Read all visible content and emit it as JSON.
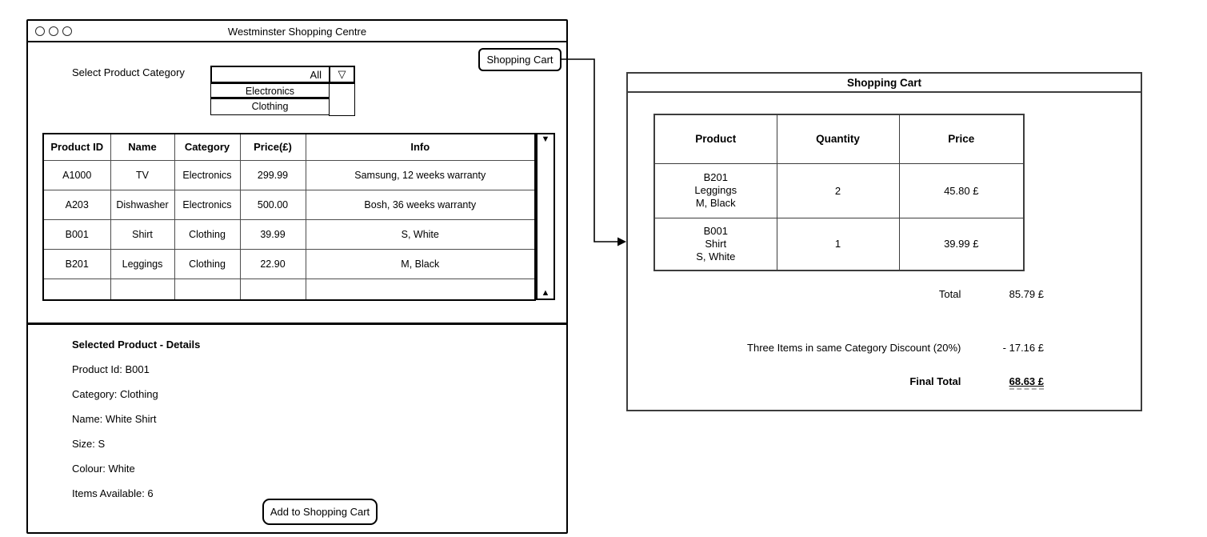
{
  "main_window": {
    "title": "Westminster Shopping Centre",
    "category_section": {
      "label": "Select Product Category",
      "dropdown": {
        "selected": "All",
        "options": [
          "Electronics",
          "Clothing"
        ]
      }
    },
    "shopping_cart_button": "Shopping Cart",
    "product_table": {
      "headers": [
        "Product ID",
        "Name",
        "Category",
        "Price(£)",
        "Info"
      ],
      "rows": [
        [
          "A1000",
          "TV",
          "Electronics",
          "299.99",
          "Samsung, 12 weeks warranty"
        ],
        [
          "A203",
          "Dishwasher",
          "Electronics",
          "500.00",
          "Bosh, 36 weeks warranty"
        ],
        [
          "B001",
          "Shirt",
          "Clothing",
          "39.99",
          "S, White"
        ],
        [
          "B201",
          "Leggings",
          "Clothing",
          "22.90",
          "M, Black"
        ],
        [
          "",
          "",
          "",
          "",
          ""
        ]
      ]
    },
    "details_panel": {
      "heading": "Selected Product - Details",
      "lines": [
        "Product Id: B001",
        "Category: Clothing",
        "Name: White Shirt",
        "Size: S",
        "Colour: White",
        "Items Available: 6"
      ]
    },
    "add_to_cart_button": "Add to Shopping Cart"
  },
  "cart_window": {
    "title": "Shopping Cart",
    "cart_table": {
      "headers": [
        "Product",
        "Quantity",
        "Price"
      ],
      "rows": [
        {
          "product": [
            "B201",
            "Leggings",
            "M, Black"
          ],
          "quantity": "2",
          "price": "45.80 £"
        },
        {
          "product": [
            "B001",
            "Shirt",
            "S, White"
          ],
          "quantity": "1",
          "price": "39.99 £"
        }
      ]
    },
    "summary": {
      "total_label": "Total",
      "total_value": "85.79 £",
      "discount_label": "Three Items in same Category Discount (20%)",
      "discount_value": "- 17.16 £",
      "final_total_label": "Final Total",
      "final_total_value": "68.63 £"
    }
  },
  "icons": {
    "dropdown_arrow": "▽",
    "scroll_top": "▼",
    "scroll_bottom": "▲"
  },
  "colors": {
    "line": "#000000",
    "inner_line": "#4d4d4d",
    "background": "#ffffff"
  }
}
